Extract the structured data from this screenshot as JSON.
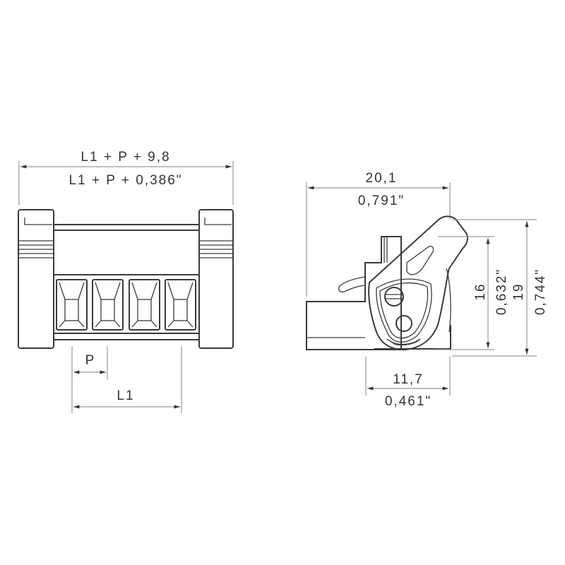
{
  "drawing": {
    "front_view": {
      "overall_width": {
        "metric": "L1 + P + 9,8",
        "imperial": "L1 + P + 0,386\""
      },
      "pitch": {
        "label": "P"
      },
      "length": {
        "label": "L1"
      },
      "poles": 4
    },
    "side_view": {
      "depth": {
        "metric": "20,1",
        "imperial": "0,791\""
      },
      "base_depth": {
        "metric": "11,7",
        "imperial": "0,461\""
      },
      "height_inner": {
        "metric": "16",
        "imperial": "0,632\""
      },
      "height_outer": {
        "metric": "19",
        "imperial": "0,744\""
      }
    },
    "colors": {
      "line": "#3a3a3a",
      "dimension_line": "#9a9a9a",
      "text": "#333333"
    }
  }
}
